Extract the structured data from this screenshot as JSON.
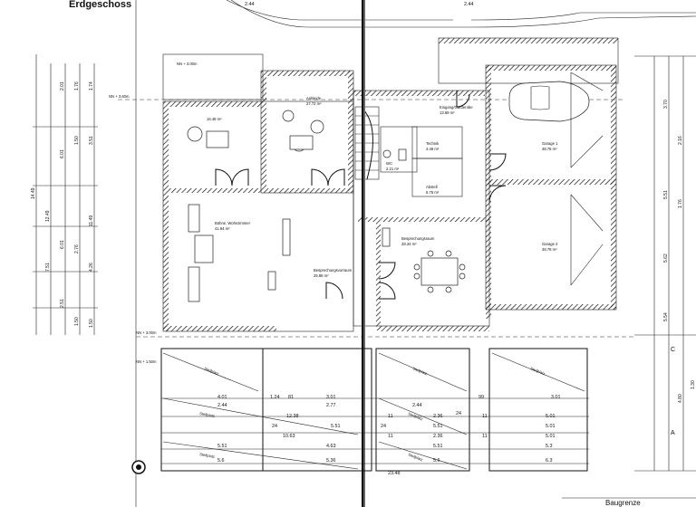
{
  "title": "Erdgeschoss",
  "boundary_label": "Baugrenze",
  "rooms": {
    "zimmer_links": {
      "name": "",
      "area": "16.48 m²"
    },
    "ankleide": {
      "name": "Ankleide",
      "area": "27.72 m²"
    },
    "eingang": {
      "name": "Eingang/Garderobe",
      "area": "13.69 m²"
    },
    "technik": {
      "name": "Technik",
      "area": "3.48 m²"
    },
    "wc": {
      "name": "WC",
      "area": "2.21 m²"
    },
    "abstell": {
      "name": "Abstell",
      "area": "6.75 m²"
    },
    "garage1": {
      "name": "Garage 1",
      "area": "38.78 m²"
    },
    "garage2": {
      "name": "Garage 2",
      "area": "38.78 m²"
    },
    "wohnen": {
      "name": "Bühne, Wohnzimmer",
      "area": "41.94 m²"
    },
    "besprechung": {
      "name": "Besprechungsraum",
      "area": "28.34 m²"
    },
    "kueche": {
      "name": "Besprechungsvorraum",
      "area": "25.88 m²"
    }
  },
  "parking_label": "Stellplatz",
  "level_marks": [
    "NN + 3.00m",
    "NN + 3.60m",
    "NN + 3.00m",
    "NN + 1.50m"
  ],
  "dims_top": [
    "2.44",
    "2.44"
  ],
  "dims_left_outer": [
    "14.49"
  ],
  "dims_left_2": [
    "12.49",
    "7.51"
  ],
  "dims_left_3": [
    "2.01",
    "6.01",
    "6.01",
    "11.49"
  ],
  "dims_left_4": [
    "1.76",
    "1.50",
    "2.76",
    "1.50"
  ],
  "dims_left_5": [
    "1.74",
    "3.51",
    "2.51",
    "4.26",
    "1.50"
  ],
  "dims_right": [
    "3.70",
    "2.16",
    "5.51",
    "1.76",
    "5.62",
    "5.54",
    "4.80",
    "1.30"
  ],
  "dims_bottom_rows": [
    [
      "4.01",
      "1.24",
      "81",
      "3.01",
      "99",
      "3.01"
    ],
    [
      "2.44",
      "2.77",
      "2.44"
    ],
    [
      "12.38",
      "11",
      "2.36",
      "24",
      "11",
      "5.01"
    ],
    [
      "24",
      "5.51",
      "24",
      "5.51",
      "5.01"
    ],
    [
      "10.63",
      "11",
      "2.36",
      "11",
      "5.01"
    ],
    [
      "5.51",
      "4.63",
      "5.51",
      "5.3"
    ],
    [
      "5.6",
      "5.36",
      "5.6",
      "6.3"
    ],
    [
      "23.48"
    ]
  ],
  "right_marks": [
    "C",
    "A"
  ]
}
